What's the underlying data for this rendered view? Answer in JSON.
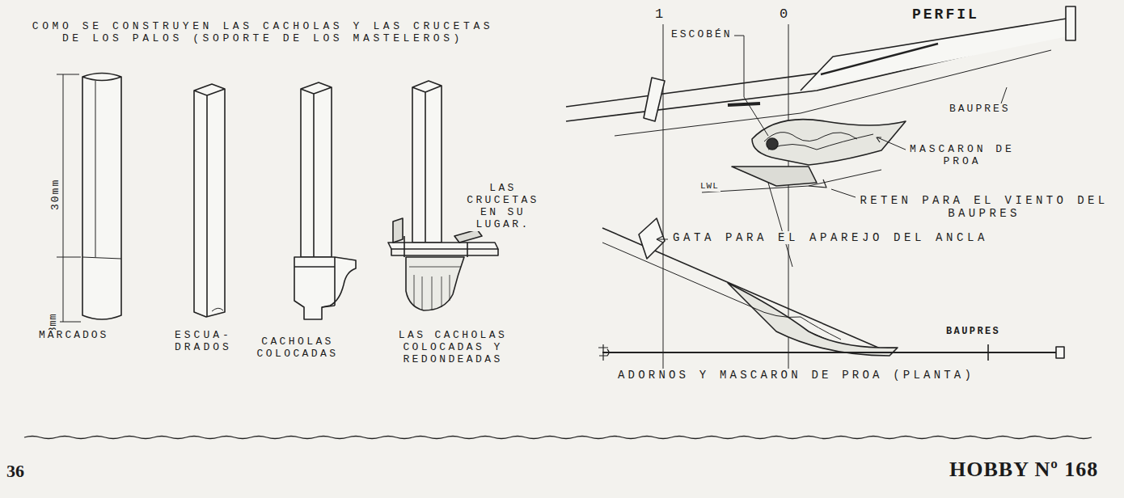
{
  "diagram": {
    "title": "COMO SE CONSTRUYEN LAS CACHOLAS Y LAS CRUCETAS DE LOS PALOS (SOPORTE DE LOS MASTELEROS)",
    "labels": [
      "30mm",
      "13mm",
      "MARCADOS",
      "ESCUA- DRADOS",
      "CACHOLAS COLOCADAS",
      "LAS CACHOLAS COLOCADAS Y REDONDEADAS",
      "LAS CRUCETAS EN SU LUGAR.",
      "1",
      "0",
      "PERFIL",
      "ESCOBÉN",
      "BAUPRES",
      "MASCARON DE PROA",
      "LWL",
      "RETEN PARA EL VIENTO DEL BAUPRES",
      "GATA PARA EL APAREJO DEL ANCLA",
      "BAUPRES",
      "ADORNOS Y MASCARON DE PROA (PLANTA)",
      "36",
      "HOBBY Nº 168"
    ]
  }
}
